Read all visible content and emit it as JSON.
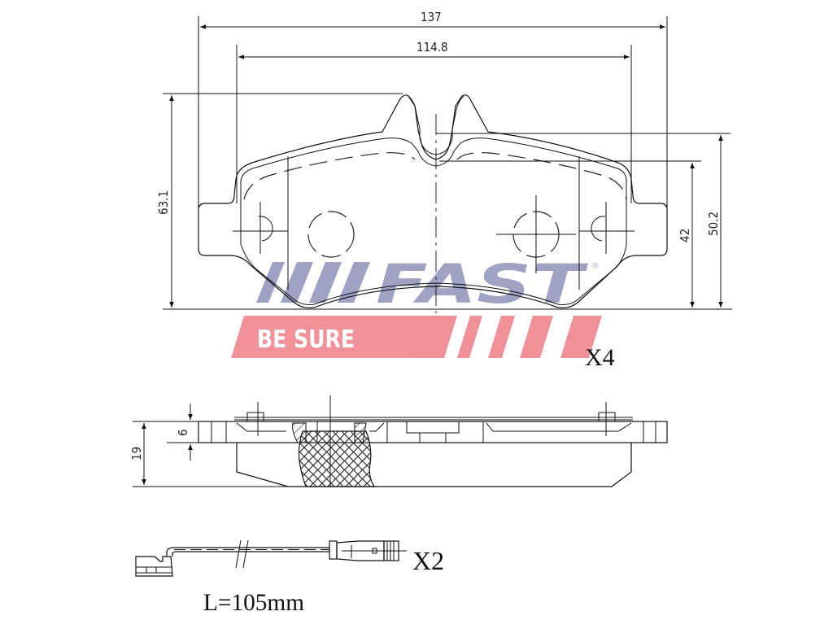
{
  "dimensions": {
    "overall_width": "137",
    "inner_width": "114.8",
    "overall_height": "63.1",
    "right_height_inner": "42",
    "right_height_outer": "50.2",
    "side_thickness_total": "19",
    "side_backplate_thickness": "6"
  },
  "quantities": {
    "pads": "X4",
    "sensors": "X2"
  },
  "sensor": {
    "length_label": "L=105mm"
  },
  "logo": {
    "brand": "FAST",
    "tagline": "BE SURE",
    "registered": "®",
    "colors": {
      "brand_gray": "#8f92b8",
      "tagline_red": "#ef8690",
      "tagline_text": "#ffffff"
    }
  }
}
